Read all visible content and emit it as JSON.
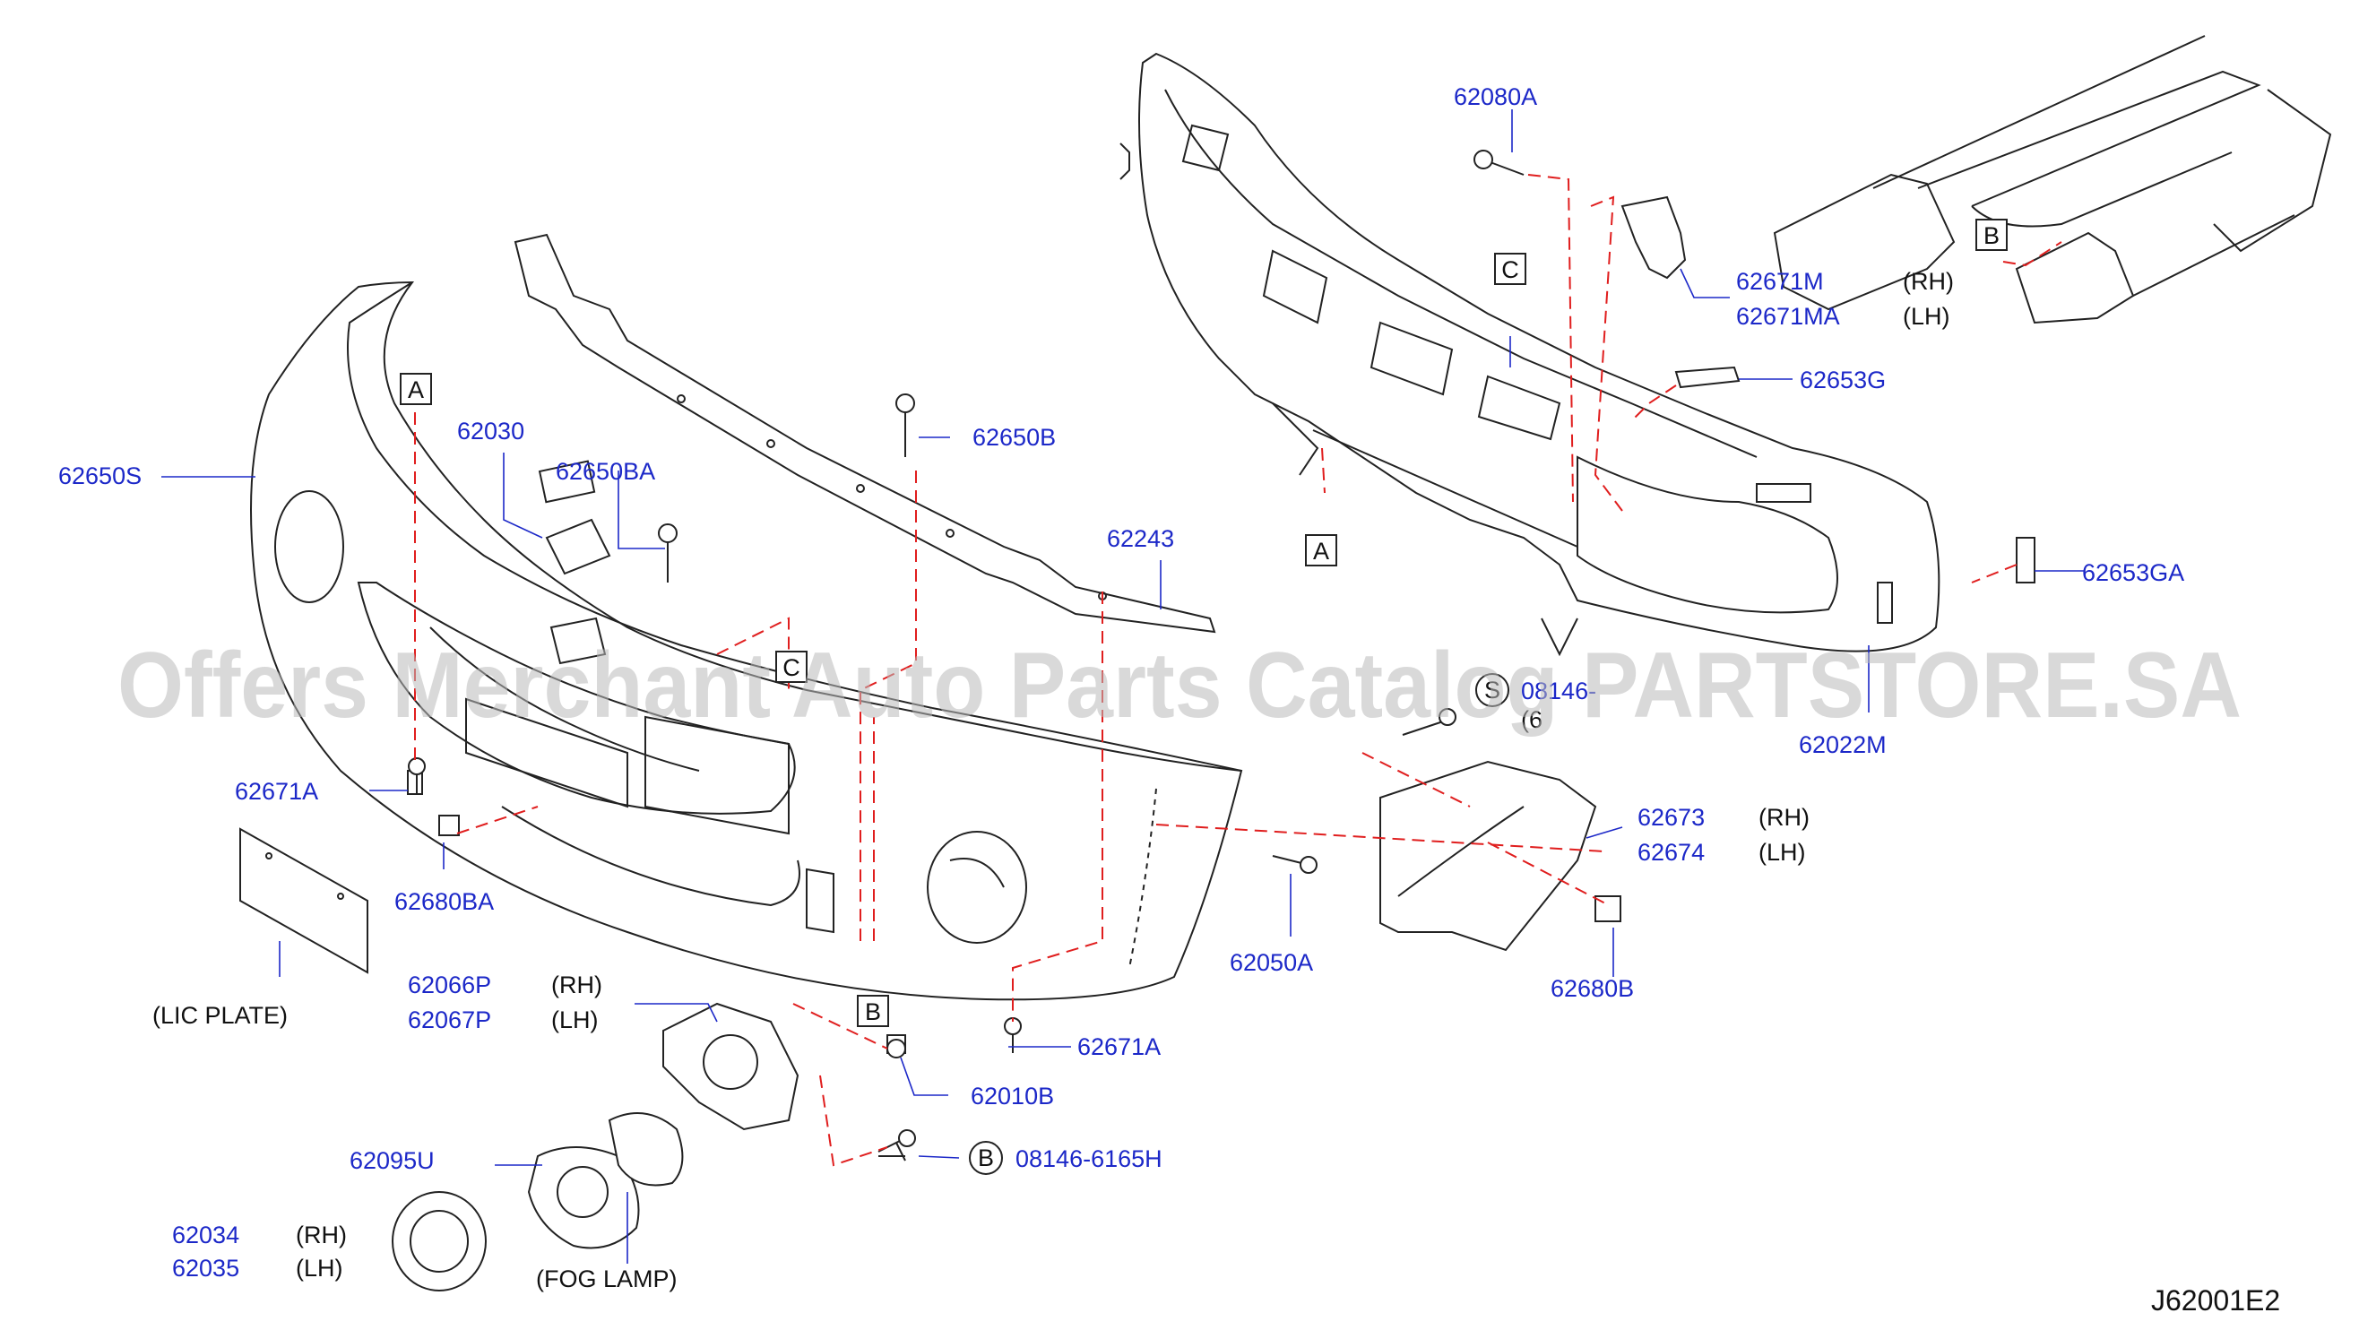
{
  "watermark": "Offers Merchant Auto Parts Catalog PARTSTORE.SA",
  "diagram_code": "J62001E2",
  "references": {
    "a": "A",
    "b": "B",
    "c": "C",
    "s": "S"
  },
  "parts": {
    "p62650S": "62650S",
    "p62030": "62030",
    "p62650BA": "62650BA",
    "p62650B": "62650B",
    "p62243": "62243",
    "p62671A_left": "62671A",
    "p62680BA": "62680BA",
    "p62066P": "62066P",
    "p62067P": "62067P",
    "p62010B": "62010B",
    "p62671A_bottom": "62671A",
    "p62095U": "62095U",
    "p62034": "62034",
    "p62035": "62035",
    "p08146_6165H": "08146-6165H",
    "p62080A": "62080A",
    "p62671M": "62671M",
    "p62671MA": "62671MA",
    "p62653G": "62653G",
    "p62653GA": "62653GA",
    "p08146_partial": "08146-",
    "p62022M": "62022M",
    "p62673": "62673",
    "p62674": "62674",
    "p62050A": "62050A",
    "p62680B": "62680B"
  },
  "notes": {
    "rh": "(RH)",
    "lh": "(LH)",
    "lic_plate": "(LIC   PLATE)",
    "fog_lamp": "(FOG   LAMP)",
    "qty_partial": "(6"
  }
}
